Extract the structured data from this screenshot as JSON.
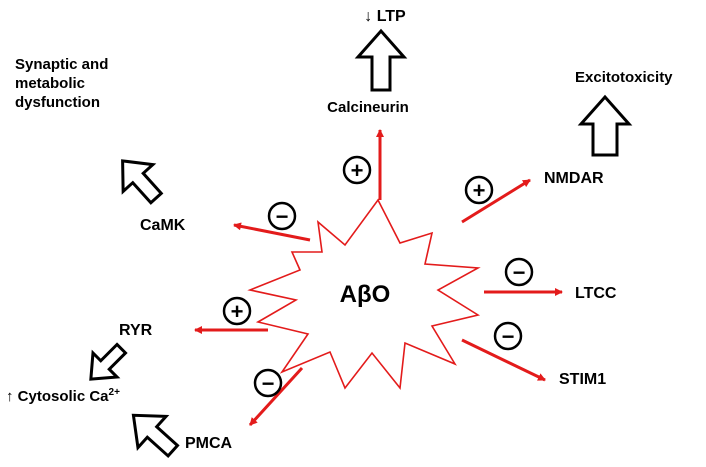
{
  "center_label": "AβO",
  "targets": {
    "calcineurin": "Calcineurin",
    "nmdar": "NMDAR",
    "ltcc": "LTCC",
    "stim1": "STIM1",
    "pmca": "PMCA",
    "ryr": "RYR",
    "camk": "CaMK"
  },
  "outcomes": {
    "ltp": "↓ LTP",
    "excitotoxicity": "Excitotoxicity",
    "synaptic_line1": "Synaptic and",
    "synaptic_line2": "metabolic",
    "synaptic_line3": "dysfunction",
    "cytosolic_prefix": "↑ Cytosolic Ca",
    "cytosolic_sup": "2+"
  },
  "effects": {
    "calcineurin": "+",
    "nmdar": "+",
    "ltcc": "−",
    "stim1": "−",
    "pmca": "−",
    "ryr": "+",
    "camk": "−"
  },
  "colors": {
    "arrow": "#e31b1b",
    "starburst": "#e31b1b",
    "outline": "#000000"
  }
}
